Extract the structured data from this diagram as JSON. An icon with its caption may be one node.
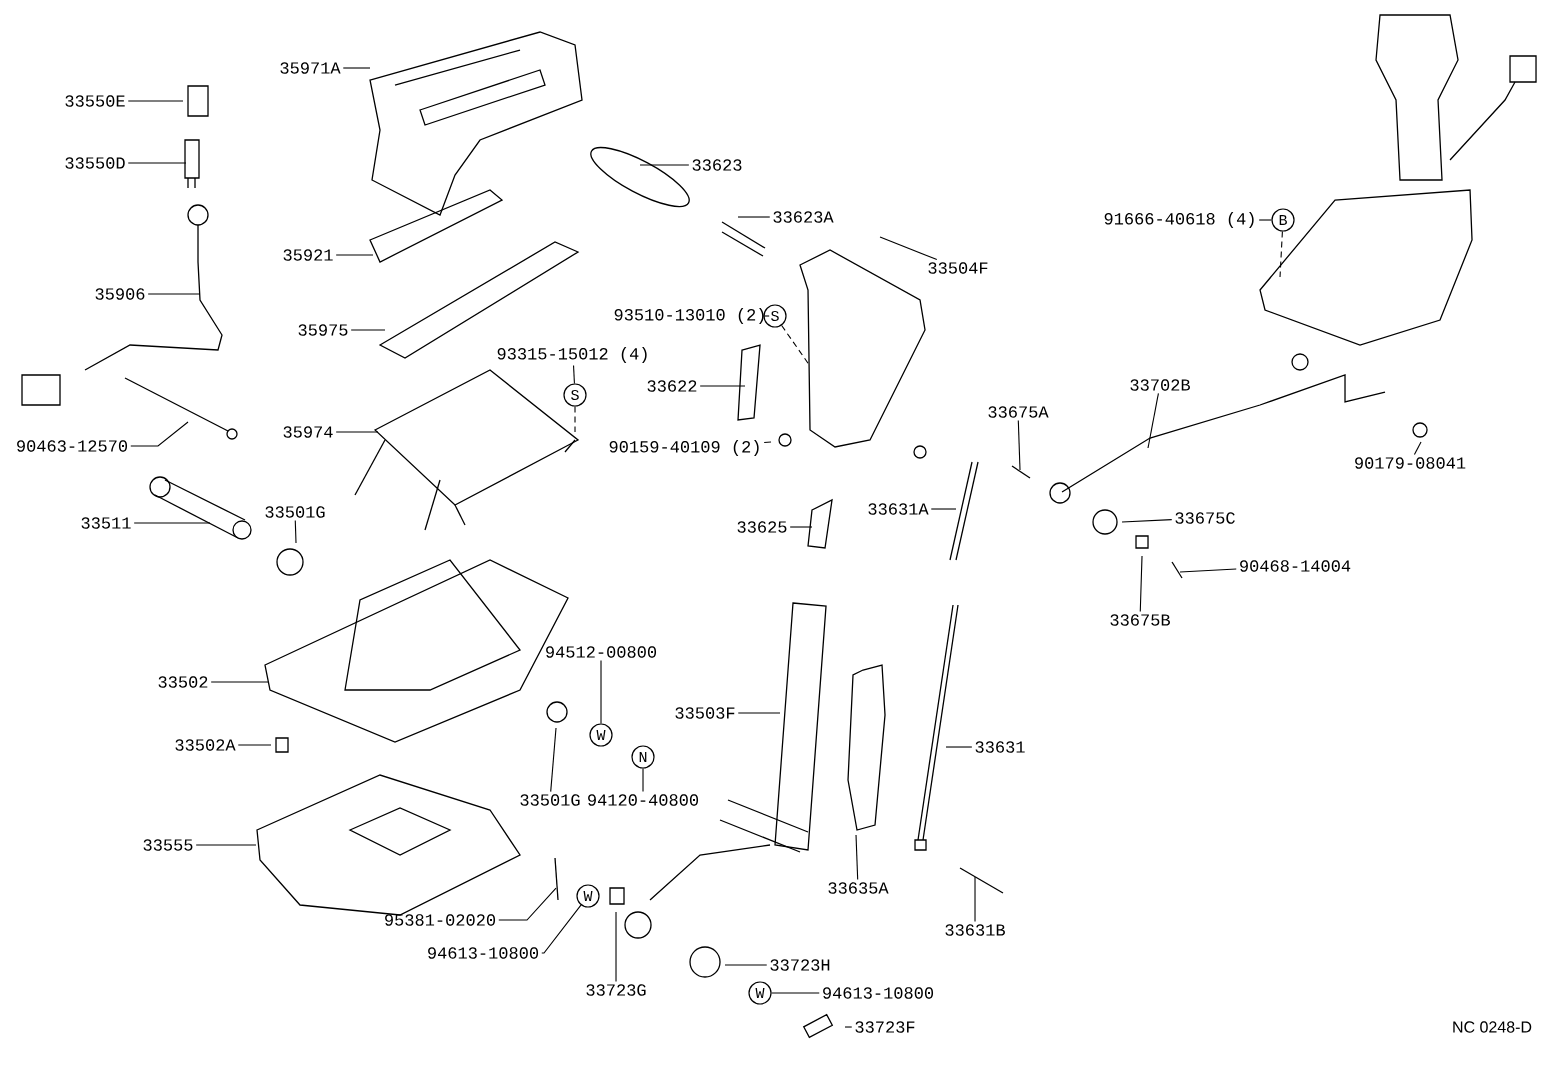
{
  "diagram": {
    "nodes": [
      {
        "text": [
          "35971A"
        ]
      },
      {
        "text": [
          "33550E"
        ]
      },
      {
        "text": [
          "33550D"
        ]
      },
      {
        "text": [
          "35906"
        ]
      },
      {
        "text": [
          "35921"
        ]
      },
      {
        "text": [
          "35975"
        ]
      },
      {
        "text": [
          "93315-15012 (4)"
        ]
      },
      {
        "text": [
          "S"
        ]
      },
      {
        "text": [
          "35974"
        ]
      },
      {
        "text": [
          "90463-12570"
        ]
      },
      {
        "text": [
          "33511"
        ]
      },
      {
        "text": [
          "33501G"
        ]
      },
      {
        "text": [
          "33623"
        ]
      },
      {
        "text": [
          "33623A"
        ]
      },
      {
        "text": [
          "33504F"
        ]
      },
      {
        "text": [
          "93510-13010 (2)"
        ]
      },
      {
        "text": [
          "S"
        ]
      },
      {
        "text": [
          "33622"
        ]
      },
      {
        "text": [
          "90159-40109 (2)"
        ]
      },
      {
        "text": [
          "33625"
        ]
      },
      {
        "text": [
          "33631A"
        ]
      },
      {
        "text": [
          "33675A"
        ]
      },
      {
        "text": [
          "33702B"
        ]
      },
      {
        "text": [
          "91666-40618 (4)"
        ]
      },
      {
        "text": [
          "B"
        ]
      },
      {
        "text": [
          "90179-08041"
        ]
      },
      {
        "text": [
          "33675C"
        ]
      },
      {
        "text": [
          "33675B"
        ]
      },
      {
        "text": [
          "90468-14004"
        ]
      },
      {
        "text": [
          "33502"
        ]
      },
      {
        "text": [
          "33502A"
        ]
      },
      {
        "text": [
          "94512-00800"
        ]
      },
      {
        "text": [
          "W"
        ]
      },
      {
        "text": [
          "33501G"
        ]
      },
      {
        "text": [
          "N"
        ]
      },
      {
        "text": [
          "94120-40800"
        ]
      },
      {
        "text": [
          "33555"
        ]
      },
      {
        "text": [
          "95381-02020"
        ]
      },
      {
        "text": [
          "W"
        ]
      },
      {
        "text": [
          "94613-10800"
        ]
      },
      {
        "text": [
          "33723G"
        ]
      },
      {
        "text": [
          "33503F"
        ]
      },
      {
        "text": [
          "33631"
        ]
      },
      {
        "text": [
          "33635A"
        ]
      },
      {
        "text": [
          "33631B"
        ]
      },
      {
        "text": [
          "33723H"
        ]
      },
      {
        "text": [
          "W"
        ]
      },
      {
        "text": [
          "94613-10800"
        ]
      },
      {
        "text": [
          "33723F"
        ]
      }
    ],
    "edges": [
      {
        "from": 0,
        "to": null,
        "arrow": "none"
      },
      {
        "from": 1,
        "to": null,
        "arrow": "none"
      },
      {
        "from": 2,
        "to": null,
        "arrow": "none"
      },
      {
        "from": 3,
        "to": null,
        "arrow": "none"
      },
      {
        "from": 4,
        "to": null,
        "arrow": "none"
      },
      {
        "from": 5,
        "to": null,
        "arrow": "none"
      },
      {
        "from": 6,
        "to": 7,
        "arrow": "none"
      },
      {
        "from": 7,
        "to": null,
        "arrow": "none",
        "style": "dashed"
      },
      {
        "from": 8,
        "to": null,
        "arrow": "none"
      },
      {
        "from": 9,
        "to": null,
        "arrow": "none"
      },
      {
        "from": 10,
        "to": null,
        "arrow": "none"
      },
      {
        "from": 11,
        "to": null,
        "arrow": "none"
      },
      {
        "from": 12,
        "to": null,
        "arrow": "none"
      },
      {
        "from": 13,
        "to": null,
        "arrow": "none"
      },
      {
        "from": 14,
        "to": null,
        "arrow": "none"
      },
      {
        "from": 15,
        "to": 16,
        "arrow": "none"
      },
      {
        "from": 16,
        "to": null,
        "arrow": "none",
        "style": "dashed"
      },
      {
        "from": 17,
        "to": null,
        "arrow": "none"
      },
      {
        "from": 18,
        "to": null,
        "arrow": "none"
      },
      {
        "from": 19,
        "to": null,
        "arrow": "none"
      },
      {
        "from": 20,
        "to": null,
        "arrow": "none"
      },
      {
        "from": 21,
        "to": null,
        "arrow": "none"
      },
      {
        "from": 22,
        "to": null,
        "arrow": "none"
      },
      {
        "from": 23,
        "to": 24,
        "arrow": "none"
      },
      {
        "from": 24,
        "to": null,
        "arrow": "none",
        "style": "dashed"
      },
      {
        "from": 25,
        "to": null,
        "arrow": "none"
      },
      {
        "from": 26,
        "to": null,
        "arrow": "none"
      },
      {
        "from": 27,
        "to": null,
        "arrow": "none"
      },
      {
        "from": 28,
        "to": null,
        "arrow": "none"
      },
      {
        "from": 29,
        "to": null,
        "arrow": "none"
      },
      {
        "from": 30,
        "to": null,
        "arrow": "none"
      },
      {
        "from": 31,
        "to": 32,
        "arrow": "none"
      },
      {
        "from": 33,
        "to": null,
        "arrow": "none"
      },
      {
        "from": 34,
        "to": 35,
        "arrow": "none"
      },
      {
        "from": 36,
        "to": null,
        "arrow": "none"
      },
      {
        "from": 37,
        "to": null,
        "arrow": "none"
      },
      {
        "from": 39,
        "to": 38,
        "arrow": "none"
      },
      {
        "from": 40,
        "to": null,
        "arrow": "none"
      },
      {
        "from": 41,
        "to": null,
        "arrow": "none"
      },
      {
        "from": 42,
        "to": null,
        "arrow": "none"
      },
      {
        "from": 43,
        "to": null,
        "arrow": "none"
      },
      {
        "from": 44,
        "to": null,
        "arrow": "none"
      },
      {
        "from": 45,
        "to": null,
        "arrow": "none"
      },
      {
        "from": 46,
        "to": 47,
        "arrow": "none"
      },
      {
        "from": 48,
        "to": null,
        "arrow": "none"
      }
    ],
    "labels": [
      "NC 0248-D"
    ]
  }
}
